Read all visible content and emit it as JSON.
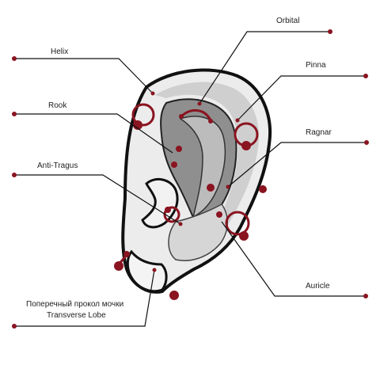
{
  "colors": {
    "accent": "#8a1420",
    "outline": "#111111",
    "ear_light": "#e6e6e6",
    "ear_mid": "#b3b3b3",
    "ear_dark": "#8c8c8c"
  },
  "labels": {
    "helix": "Helix",
    "rook": "Rook",
    "anti_tragus": "Anti-Tragus",
    "transverse_lobe_ru": "Поперечный прокол мочки",
    "transverse_lobe_en": "Transverse Lobe",
    "orbital": "Orbital",
    "pinna": "Pinna",
    "ragnar": "Ragnar",
    "auricle": "Auricle"
  }
}
